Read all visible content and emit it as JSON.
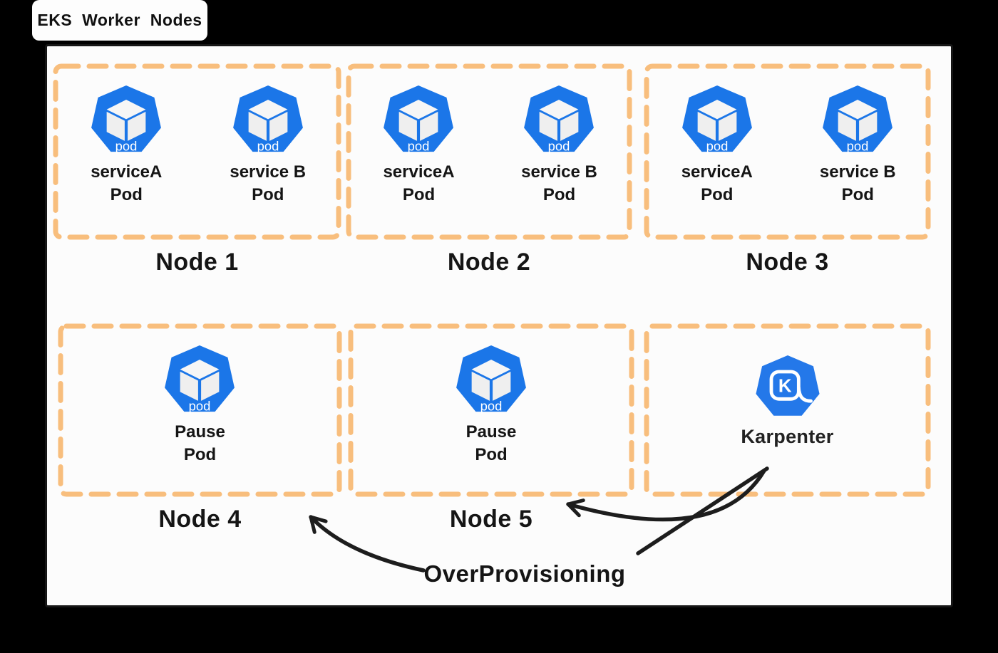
{
  "title": "EKS Worker Nodes",
  "annotation": "OverProvisioning",
  "pod_icon_text": "pod",
  "karpenter": {
    "label": "Karpenter",
    "icon_letter": "K"
  },
  "nodes": [
    {
      "label": "Node 1",
      "pods": [
        {
          "line1": "serviceA",
          "line2": "Pod"
        },
        {
          "line1": "service B",
          "line2": "Pod"
        }
      ]
    },
    {
      "label": "Node 2",
      "pods": [
        {
          "line1": "serviceA",
          "line2": "Pod"
        },
        {
          "line1": "service B",
          "line2": "Pod"
        }
      ]
    },
    {
      "label": "Node 3",
      "pods": [
        {
          "line1": "serviceA",
          "line2": "Pod"
        },
        {
          "line1": "service B",
          "line2": "Pod"
        }
      ]
    },
    {
      "label": "Node 4",
      "pods": [
        {
          "line1": "Pause",
          "line2": "Pod"
        }
      ]
    },
    {
      "label": "Node 5",
      "pods": [
        {
          "line1": "Pause",
          "line2": "Pod"
        }
      ]
    }
  ],
  "colors": {
    "node_border": "#F8BE7D",
    "pod_blue": "#1B76E8",
    "karpenter_blue": "#2478E9",
    "arrow": "#1D1D1D",
    "canvas_bg": "#FCFCFC",
    "outer_bg": "#000000",
    "text": "#1A1A1A"
  }
}
